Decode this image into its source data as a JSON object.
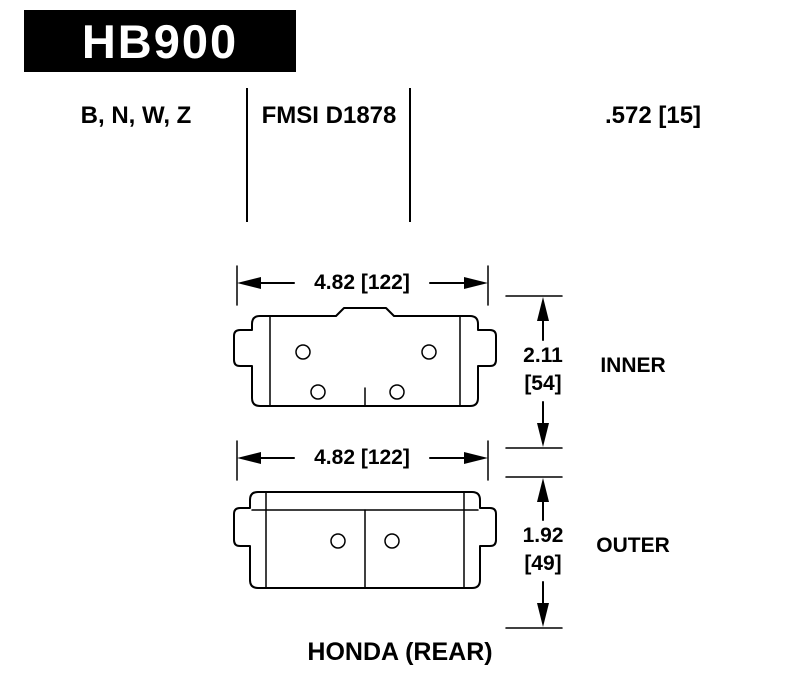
{
  "header": {
    "part_number": "HB900",
    "compounds": "B, N, W, Z",
    "fmsi": "FMSI D1878",
    "thickness": ".572 [15]"
  },
  "inner": {
    "width_dim": "4.82 [122]",
    "height_value": "2.11",
    "height_bracket": "[54]",
    "label": "INNER"
  },
  "outer": {
    "width_dim": "4.82 [122]",
    "height_value": "1.92",
    "height_bracket": "[49]",
    "label": "OUTER"
  },
  "footer": {
    "vehicle": "HONDA (REAR)"
  },
  "colors": {
    "ink": "#000000",
    "background": "#ffffff"
  }
}
